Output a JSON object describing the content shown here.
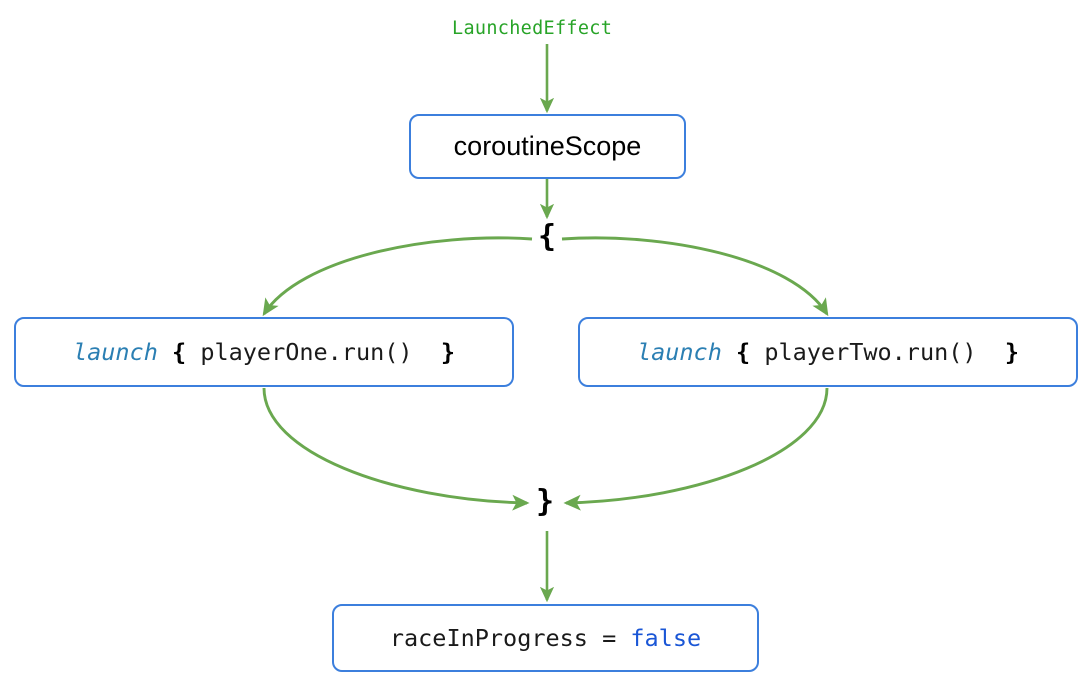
{
  "diagram": {
    "title": "LaunchedEffect coroutineScope race flow",
    "background": "#ffffff",
    "colors": {
      "edge_green": "#6aa84f",
      "label_green": "#28a428",
      "node_border_blue": "#3c7fdd",
      "keyword_blue": "#2b7fb3",
      "literal_blue": "#1a56d6",
      "text_black": "#1a1a1a"
    }
  },
  "labels": {
    "launched_effect": "LaunchedEffect",
    "brace_open": "{",
    "brace_close": "}"
  },
  "nodes": {
    "coroutine_scope": {
      "text": "coroutineScope"
    },
    "launch_one": {
      "keyword": "launch",
      "brace_open": "{",
      "body": "playerOne.run()",
      "brace_close": "}",
      "full_text": "launch { playerOne.run() }"
    },
    "launch_two": {
      "keyword": "launch",
      "brace_open": "{",
      "body": "playerTwo.run()",
      "brace_close": "}",
      "full_text": "launch { playerTwo.run() }"
    },
    "race_flag": {
      "assignment": "raceInProgress = ",
      "value": "false",
      "full_text": "raceInProgress = false"
    }
  },
  "edges": [
    {
      "name": "effect-to-scope",
      "from": "LaunchedEffect",
      "to": "coroutineScope",
      "style": "straight-arrow"
    },
    {
      "name": "scope-to-open-brace",
      "from": "coroutineScope",
      "to": "{",
      "style": "straight-arrow"
    },
    {
      "name": "open-brace-to-launch-one",
      "from": "{",
      "to": "launch { playerOne.run() }",
      "style": "curved-arrow"
    },
    {
      "name": "open-brace-to-launch-two",
      "from": "{",
      "to": "launch { playerTwo.run() }",
      "style": "curved-arrow"
    },
    {
      "name": "launch-one-to-close-brace",
      "from": "launch { playerOne.run() }",
      "to": "}",
      "style": "curved-arrow"
    },
    {
      "name": "launch-two-to-close-brace",
      "from": "launch { playerTwo.run() }",
      "to": "}",
      "style": "curved-arrow"
    },
    {
      "name": "close-brace-to-race-flag",
      "from": "}",
      "to": "raceInProgress = false",
      "style": "straight-arrow"
    }
  ]
}
